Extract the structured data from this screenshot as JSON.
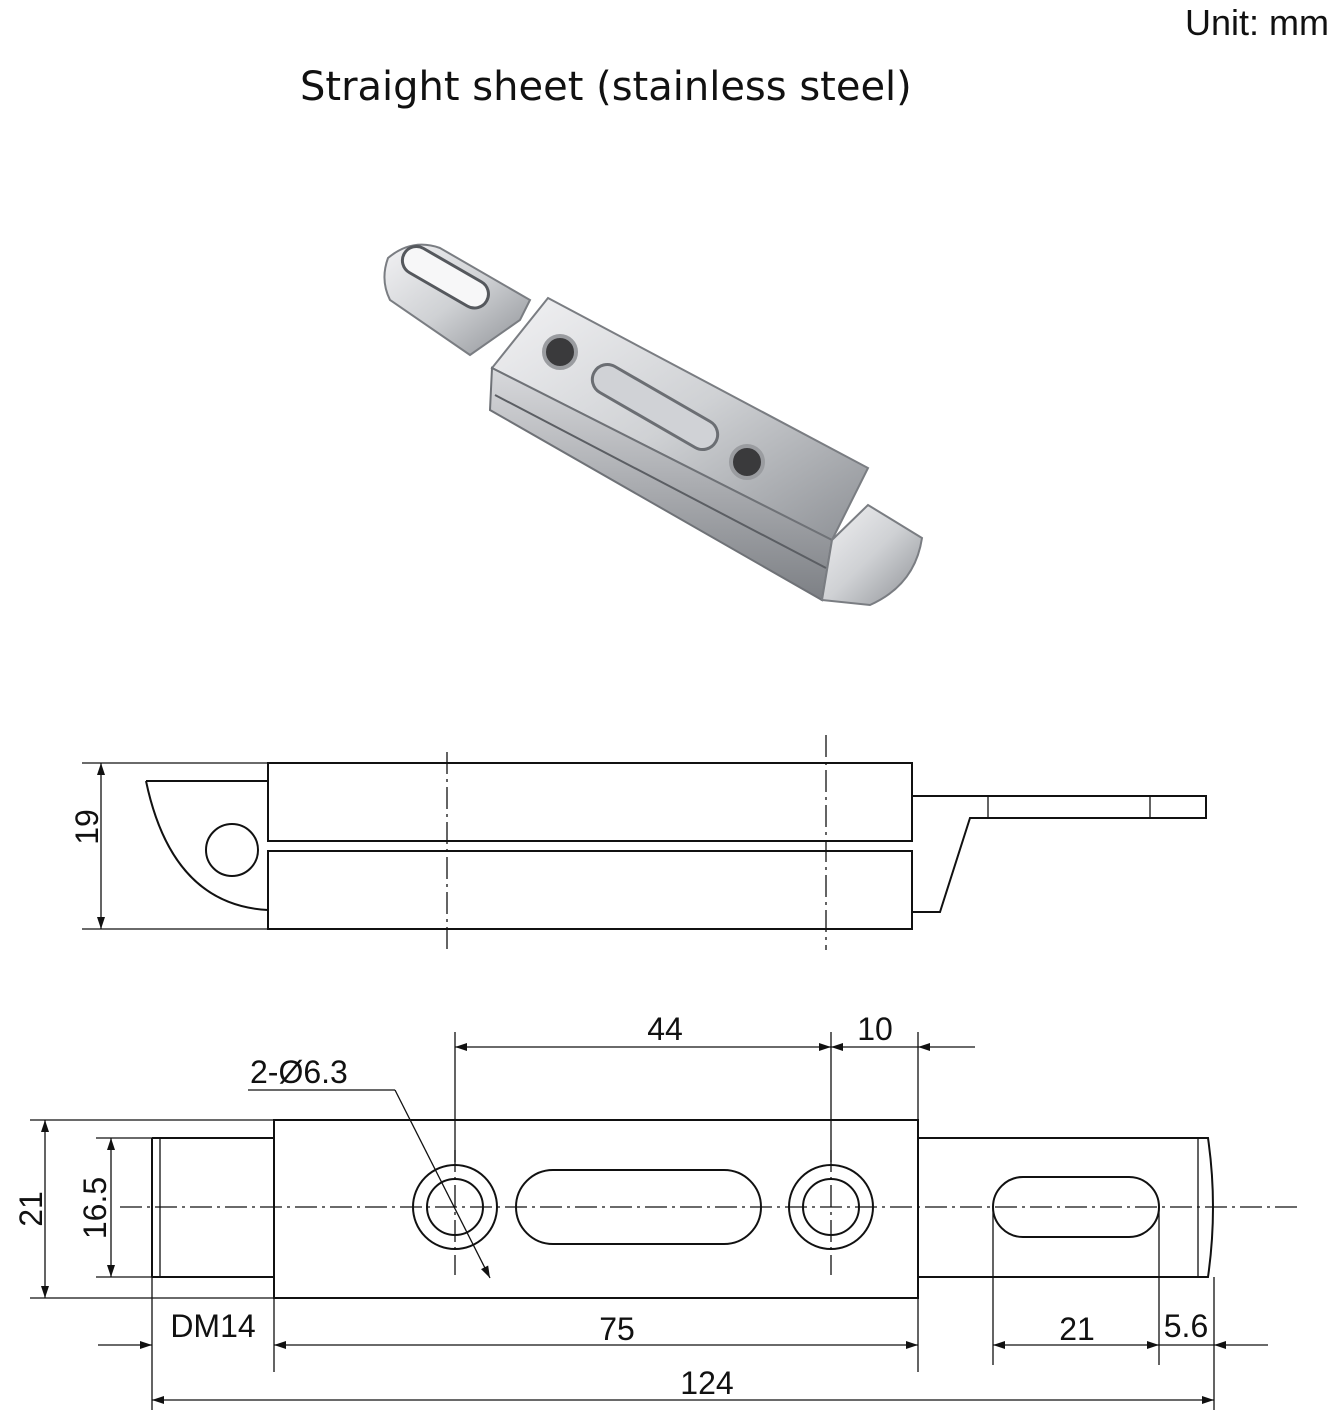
{
  "header": {
    "unit": "Unit:  mm",
    "title": "Straight sheet (stainless steel)"
  },
  "side_view": {
    "height_dim": "19"
  },
  "top_view": {
    "hole_callout": "2-Ø6.3",
    "dim_hole_spacing": "44",
    "dim_hole_to_end": "10",
    "dim_overall_height": "21",
    "dim_bolt_height": "16.5",
    "dim_bolt_head": "DM14",
    "dim_body_length": "75",
    "dim_slot_length": "21",
    "dim_tab_end": "5.6",
    "dim_total_length": "124"
  },
  "colors": {
    "line": "#111111",
    "steel_light": "#e6e6e8",
    "steel_mid": "#b9bbbf",
    "steel_dark": "#6f7277"
  }
}
